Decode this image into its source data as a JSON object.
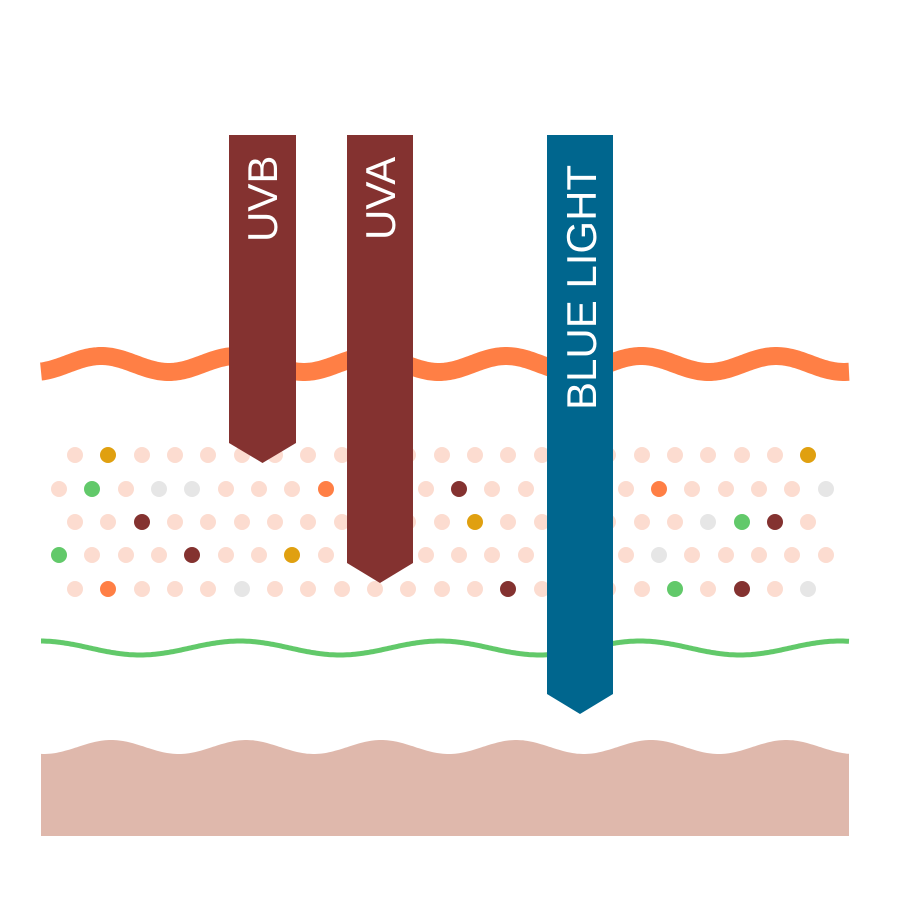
{
  "colors": {
    "background": "#ffffff",
    "surface_wave": "#ff7f45",
    "boundary_wave": "#62c96a",
    "base_layer": "#dfb8ac",
    "uv_ray": "#843230",
    "blue_ray": "#00668e",
    "dot_default": "#fcdcd0"
  },
  "rays": [
    {
      "id": "uvb",
      "label": "UVB",
      "color": "#843230"
    },
    {
      "id": "uva",
      "label": "UVA",
      "color": "#843230"
    },
    {
      "id": "blue-light",
      "label": "BLUE LIGHT",
      "color": "#00668e"
    }
  ]
}
